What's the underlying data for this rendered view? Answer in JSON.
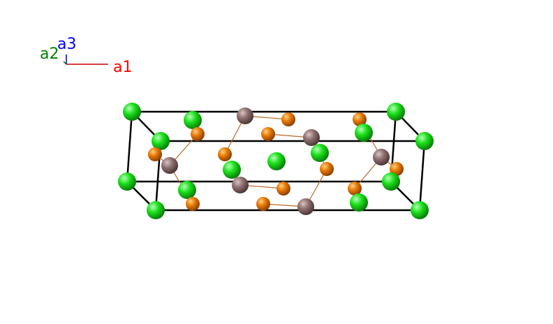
{
  "axes": {
    "a1": {
      "label": "a1",
      "color": "#ff0000"
    },
    "a2": {
      "label": "a2",
      "color": "#008000"
    },
    "a3": {
      "label": "a3",
      "color": "#0000ff"
    }
  },
  "colors": {
    "cell_edge": "#000000",
    "bond": "#b8682a",
    "atom_green": "#12d612",
    "atom_orange": "#e07000",
    "atom_mauve": "#8a6c6c"
  }
}
